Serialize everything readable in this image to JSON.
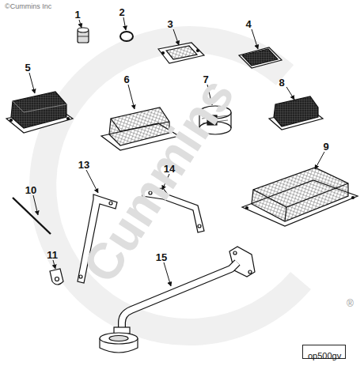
{
  "diagram": {
    "nodes": [
      {
        "text": [
          "op500gv"
        ]
      }
    ],
    "labels": [
      "©Cummins Inc",
      "1",
      "2",
      "3",
      "4",
      "5",
      "6",
      "7",
      "8",
      "9",
      "10",
      "11",
      "13",
      "14",
      "15",
      "Cummins",
      "®"
    ]
  }
}
